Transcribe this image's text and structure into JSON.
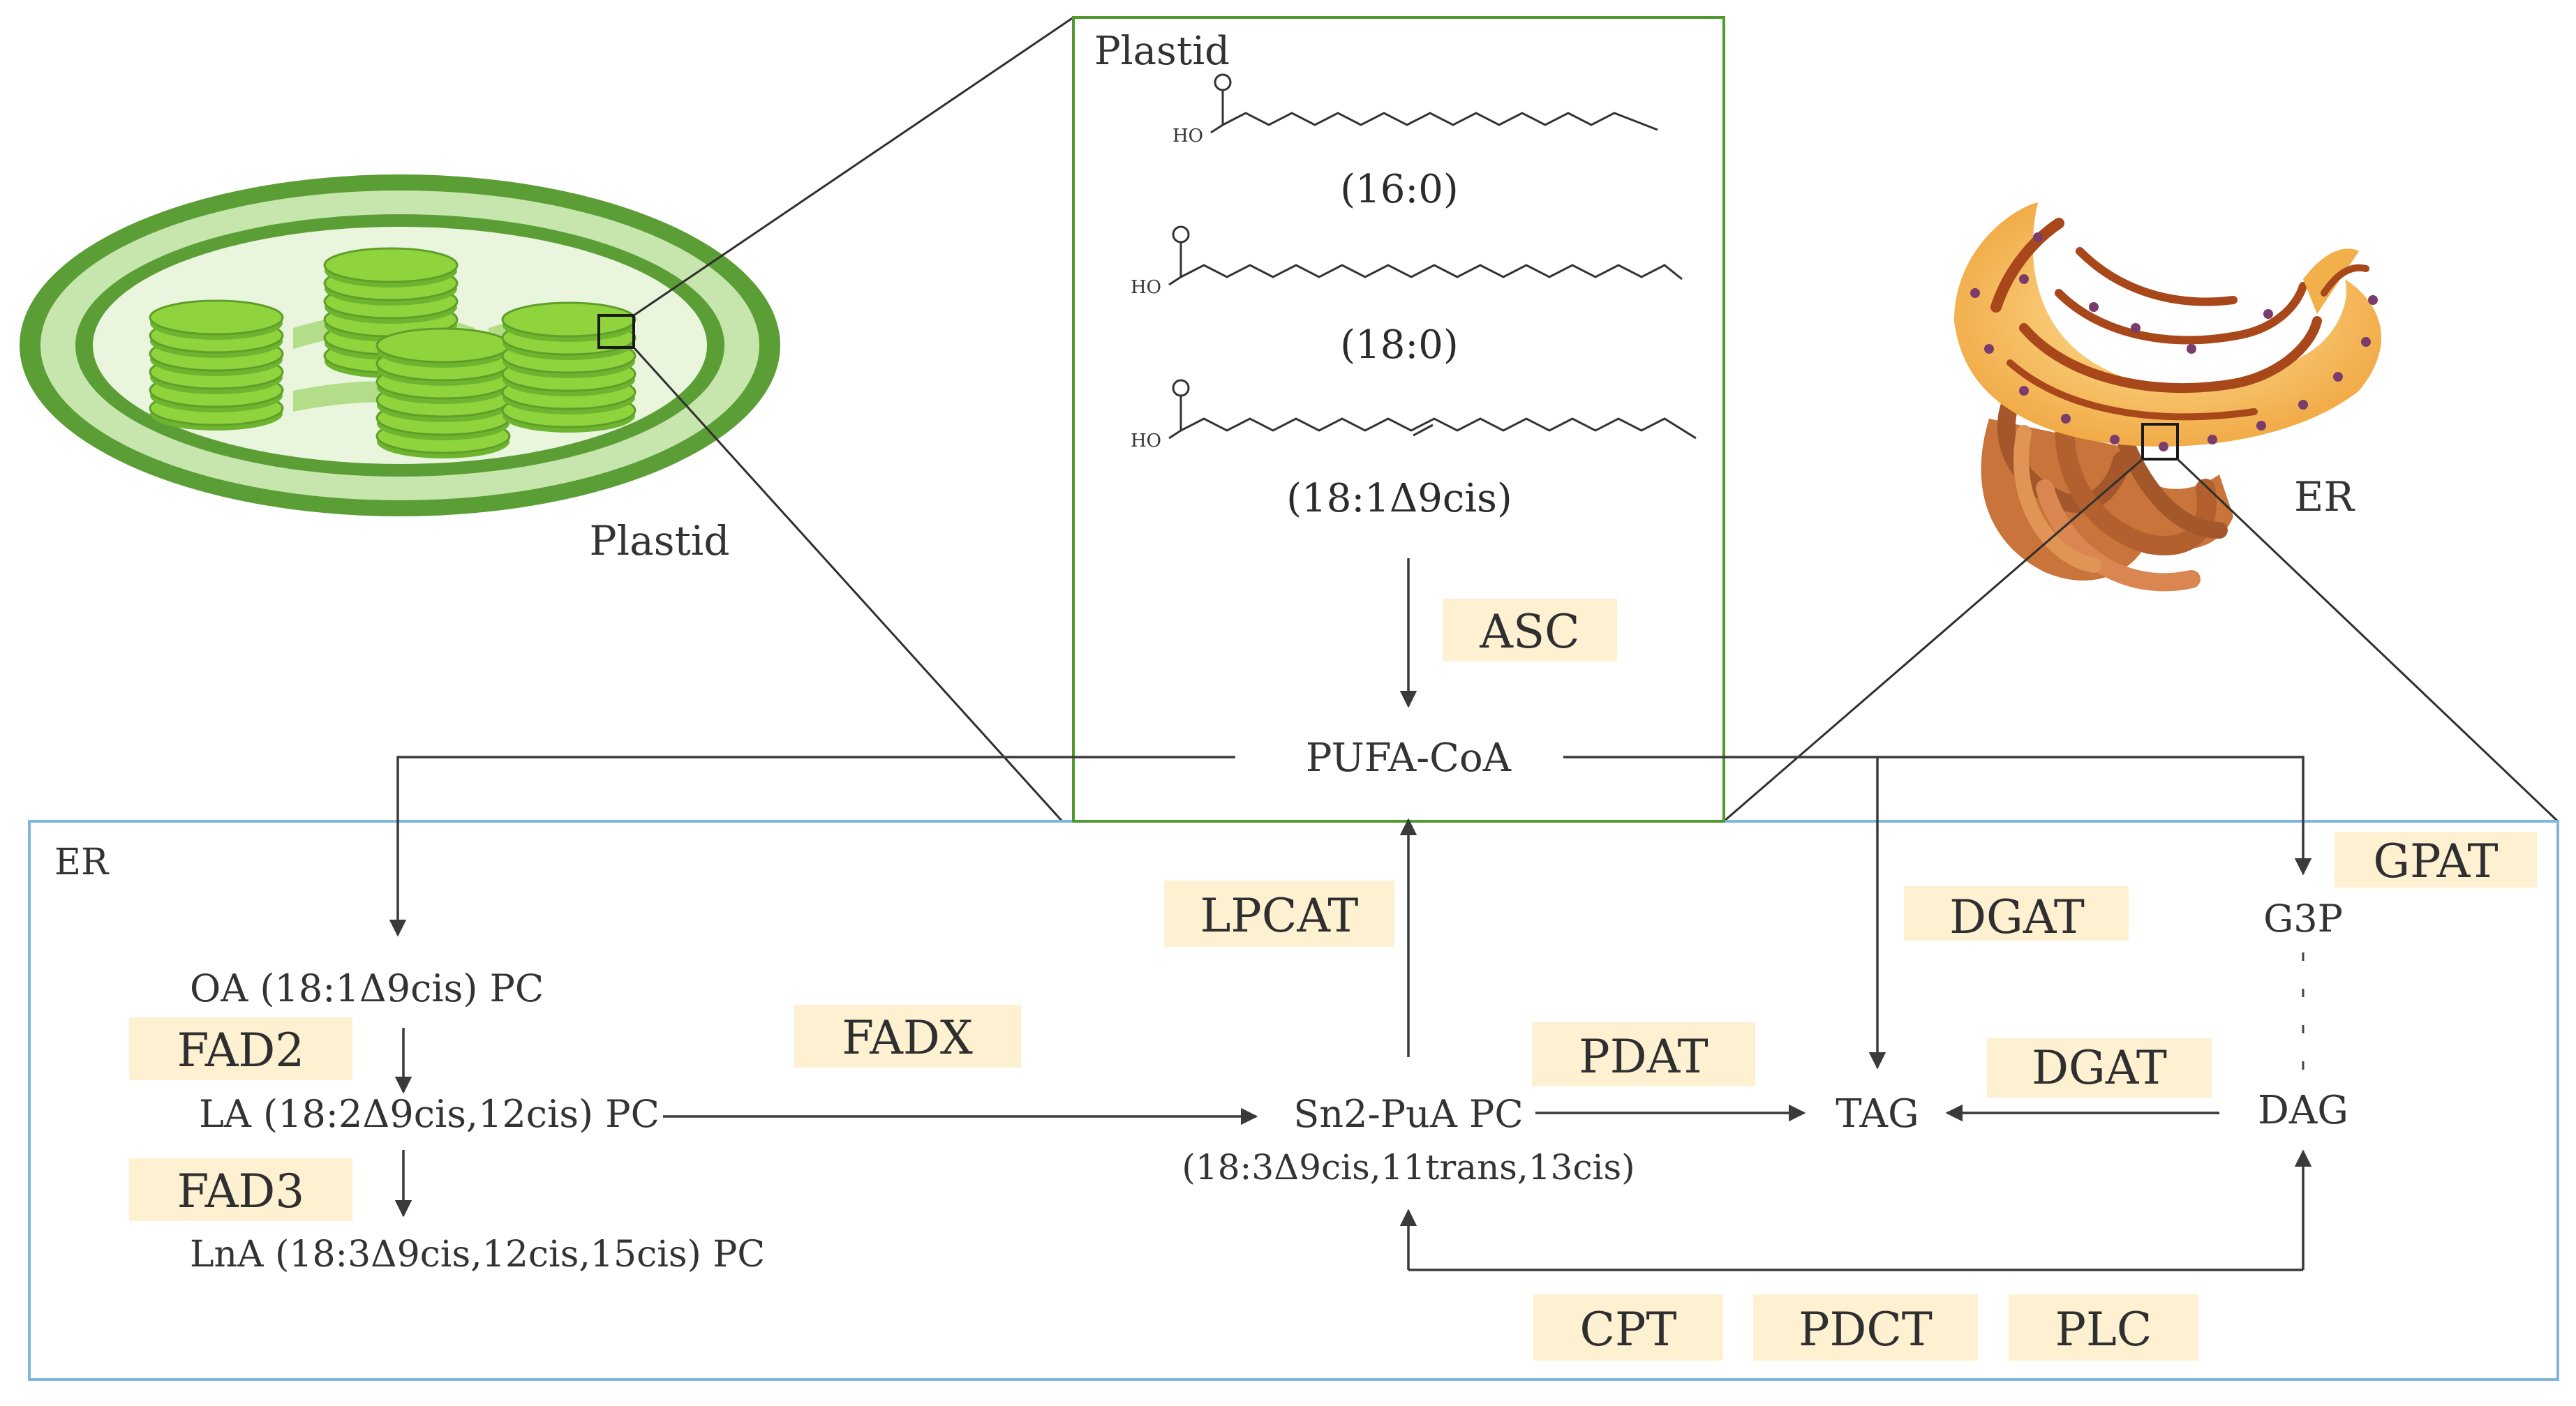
{
  "plastid": {
    "icon_label": "Plastid",
    "panel_title": "Plastid",
    "fatty_acids": [
      {
        "ho": "HO",
        "label": "(16:0)"
      },
      {
        "ho": "HO",
        "label": "(18:0)"
      },
      {
        "ho": "HO",
        "label": "(18:1Δ9cis)"
      }
    ]
  },
  "er": {
    "icon_label": "ER",
    "panel_title": "ER"
  },
  "metabolites": {
    "pufa_coa": "PUFA-CoA",
    "oa_pc": "OA (18:1Δ9cis) PC",
    "la_pc": "LA (18:2Δ9cis,12cis) PC",
    "lna_pc": "LnA (18:3Δ9cis,12cis,15cis) PC",
    "sn2_pc": "Sn2-PuA PC",
    "sn2_pc_detail": "(18:3Δ9cis,11trans,13cis)",
    "tag": "TAG",
    "g3p": "G3P",
    "dag": "DAG"
  },
  "enzymes": {
    "asc": "ASC",
    "lpcat": "LPCAT",
    "fad2": "FAD2",
    "fad3": "FAD3",
    "fadx": "FADX",
    "pdat": "PDAT",
    "dgat_top": "DGAT",
    "dgat_mid": "DGAT",
    "gpat": "GPAT",
    "cpt": "CPT",
    "pdct": "PDCT",
    "plc": "PLC"
  },
  "colors": {
    "enzyme_box": "#fdf1d2",
    "plastid_border": "#4f9a2e",
    "er_border": "#7eb6dc",
    "thylakoid": "#8fd43c",
    "plastid_outer": "#5b9e36",
    "er_orange": "#f2b04a",
    "er_brown": "#c8743a"
  }
}
